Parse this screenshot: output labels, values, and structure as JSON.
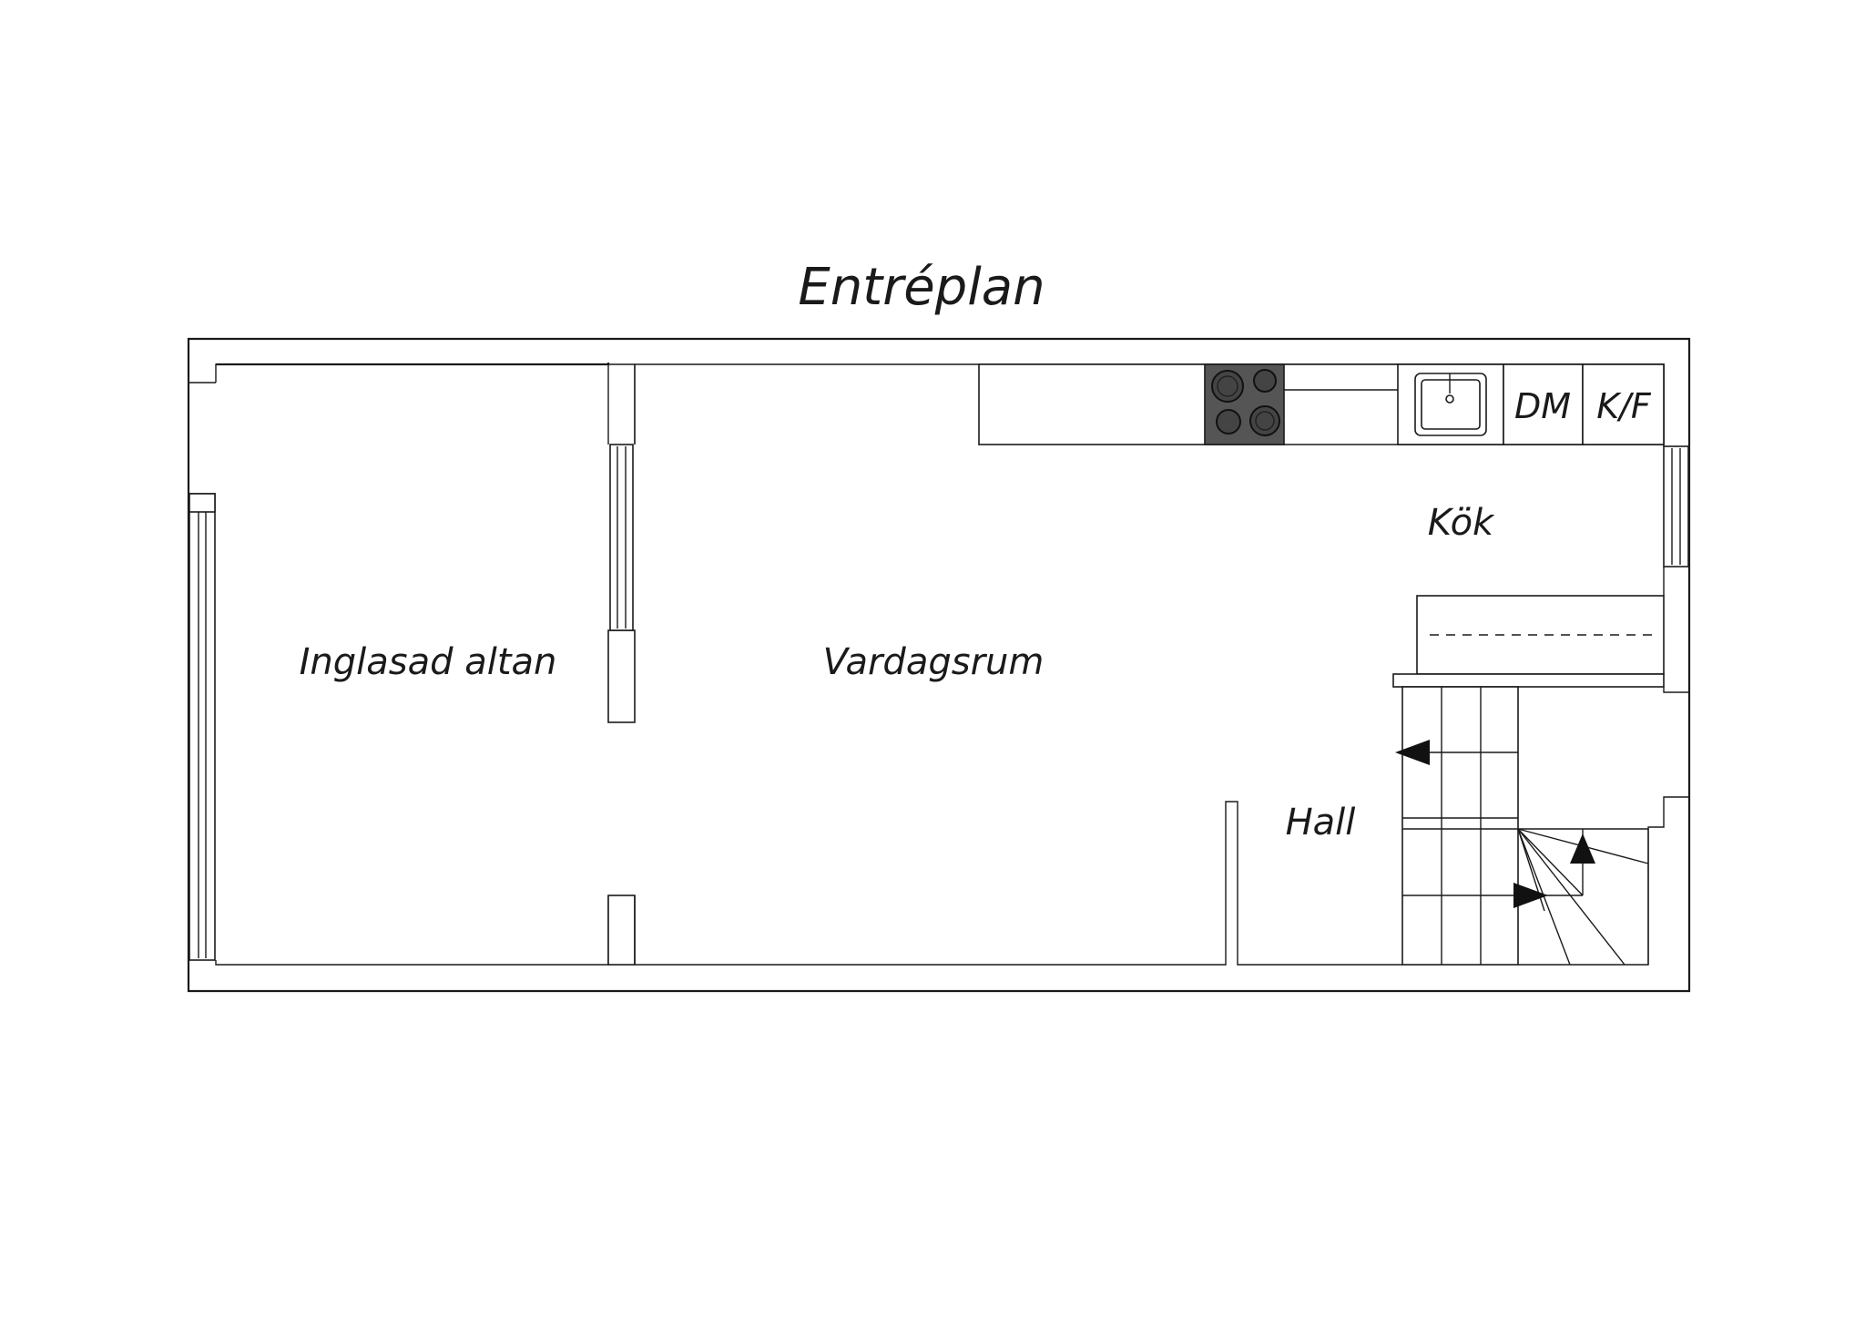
{
  "title": "Entréplan",
  "rooms": {
    "glazed_terrace": "Inglasad altan",
    "living_room": "Vardagsrum",
    "kitchen": "Kök",
    "hall": "Hall"
  },
  "fixtures": {
    "dishwasher": "DM",
    "fridge_freezer": "K/F"
  },
  "colors": {
    "line": "#1a1a1a",
    "stove": "#555555",
    "background": "#ffffff"
  }
}
